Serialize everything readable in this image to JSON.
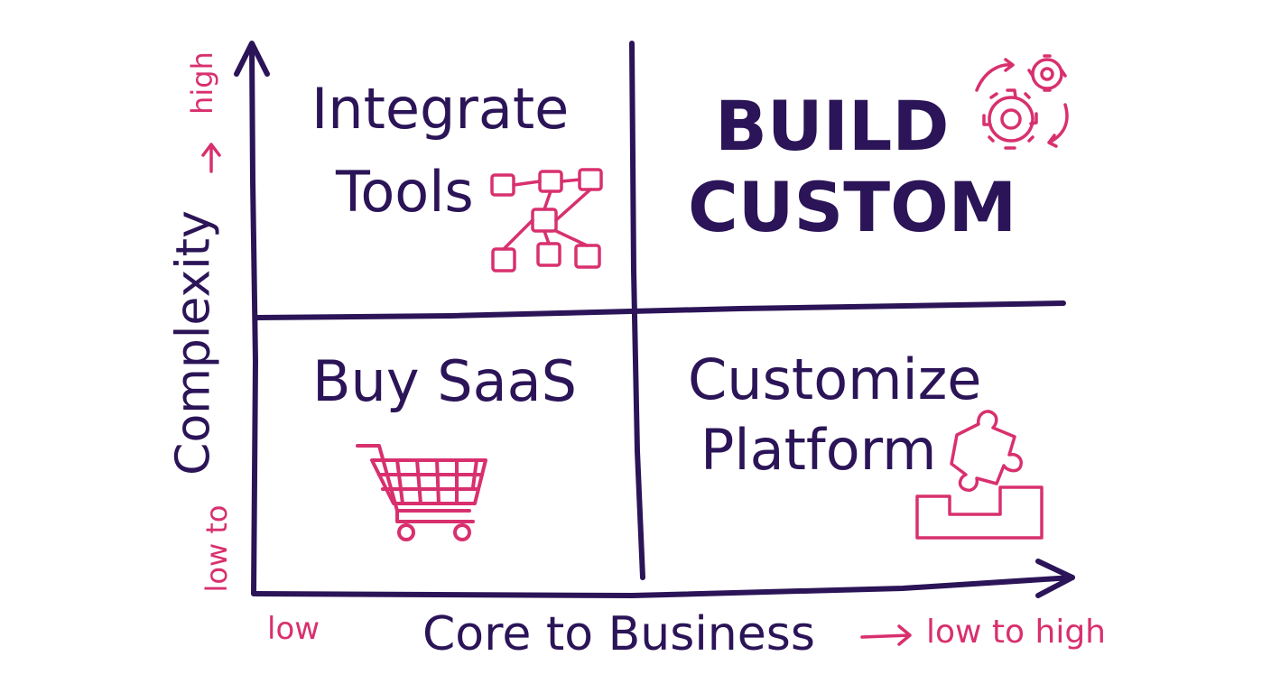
{
  "colors": {
    "ink": "#2b1457",
    "accent": "#d8306e",
    "background": "#ffffff"
  },
  "y_axis": {
    "title": "Complexity",
    "arrow_label": "high",
    "low_label": "low to"
  },
  "x_axis": {
    "title": "Core to Business",
    "low_label": "low",
    "arrow_label": "low to high"
  },
  "quadrants": {
    "top_left": {
      "line1": "Integrate",
      "line2": "Tools",
      "icon": "connected-boxes-icon"
    },
    "top_right": {
      "line1": "BUILD",
      "line2": "CUSTOM",
      "icon": "gears-icon"
    },
    "bottom_left": {
      "line1": "Buy SaaS",
      "icon": "shopping-cart-icon"
    },
    "bottom_right": {
      "line1": "Customize",
      "line2": "Platform",
      "icon": "puzzle-piece-icon"
    }
  }
}
